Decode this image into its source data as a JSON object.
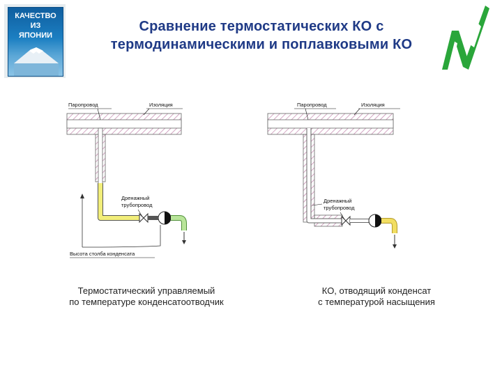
{
  "badge": {
    "line1": "КАЧЕСТВО",
    "line2": "ИЗ",
    "line3": "ЯПОНИИ"
  },
  "title": {
    "line1": "Сравнение термостатических КО с",
    "line2": "термодинамическими и поплавковыми КО"
  },
  "left_diagram": {
    "steam_line_label": "Паропровод",
    "insulation_label": "Изоляция",
    "drain_label_1": "Дренажный",
    "drain_label_2": "трубопровод",
    "height_label": "Высота столба конденсата",
    "caption_line1": "Термостатический управляемый",
    "caption_line2": "по температуре конденсатоотводчик"
  },
  "right_diagram": {
    "steam_line_label": "Паропровод",
    "insulation_label": "Изоляция",
    "drain_label_1": "Дренажный",
    "drain_label_2": "трубопровод",
    "caption_line1": "КО, отводящий конденсат",
    "caption_line2": "с температурой насыщения"
  },
  "colors": {
    "title": "#1f3a86",
    "condensate": "#f2ee7a",
    "pipe_outline": "#555555",
    "insulation_hatch": "#c58bb0",
    "logo_green": "#2aa63a"
  },
  "icons": {
    "badge": "mount-fuji-badge-icon",
    "logo": "company-logo-icon",
    "trap": "steam-trap-icon"
  }
}
